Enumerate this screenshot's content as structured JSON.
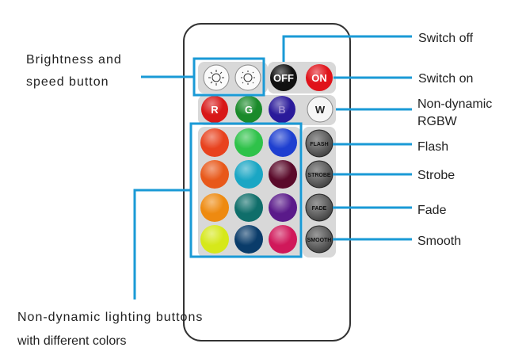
{
  "labels": {
    "brightness_line1": "Brightness  and",
    "brightness_line2": "speed button",
    "switch_off": "Switch off",
    "switch_on": "Switch on",
    "rgbw_line1": "Non-dynamic",
    "rgbw_line2": "RGBW",
    "flash": "Flash",
    "strobe": "Strobe",
    "fade": "Fade",
    "smooth": "Smooth",
    "colors_line1": "Non-dynamic  lighting  buttons",
    "colors_line2": "with different colors"
  },
  "buttons": {
    "off": "OFF",
    "on": "ON",
    "r": "R",
    "g": "G",
    "b": "B",
    "w": "W",
    "flash": "FLASH",
    "strobe": "STROBE",
    "fade": "FADE",
    "smooth": "SMOOTH"
  },
  "colors": {
    "accent_line": "#1a9ad6",
    "grid": [
      [
        "#e8421e",
        "#2fc24a",
        "#1e3fd0"
      ],
      [
        "#e8581a",
        "#1aa6c4",
        "#5a0a2a"
      ],
      [
        "#ee8a10",
        "#0f6e6a",
        "#5a1a8a"
      ],
      [
        "#d6e81a",
        "#0a3c6a",
        "#d0185a"
      ]
    ],
    "rgb_row": [
      "#d81818",
      "#1a8a2a",
      "#2a1a9a"
    ]
  }
}
